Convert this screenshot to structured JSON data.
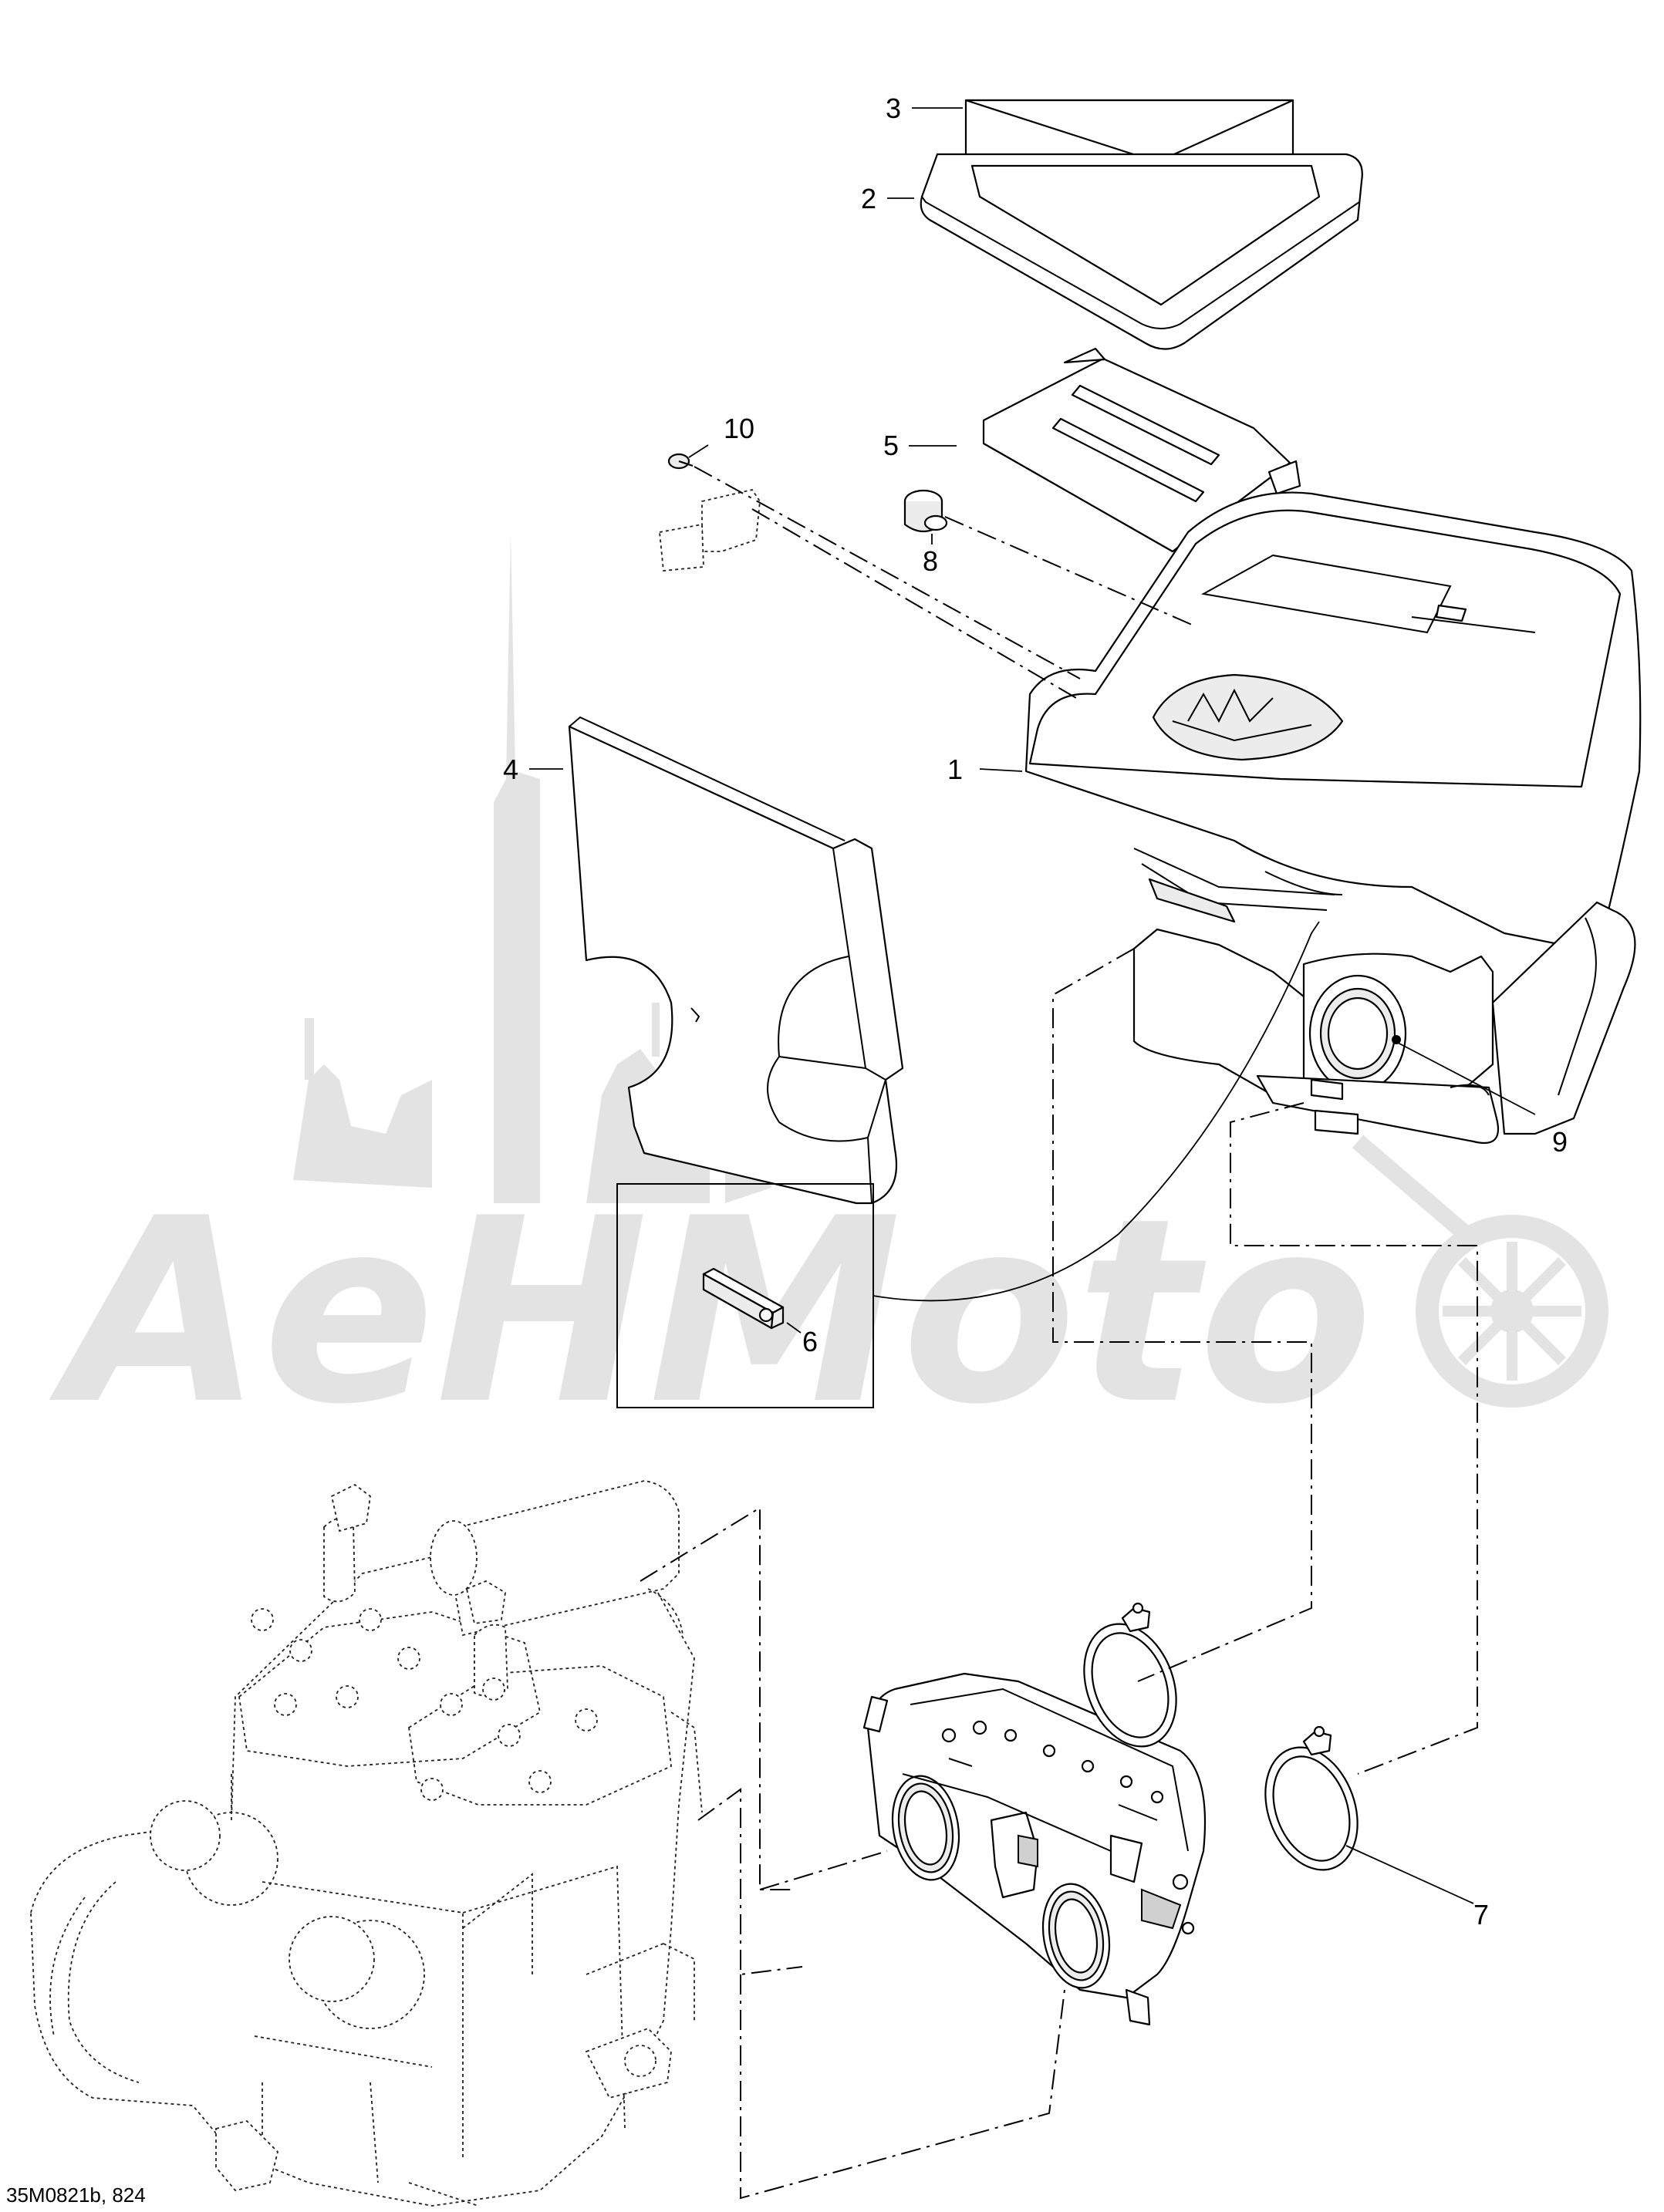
{
  "diagram": {
    "caption": "35M0821b, 824",
    "watermark_text": "AeHMoto",
    "callouts": [
      {
        "id": "1",
        "label": "1"
      },
      {
        "id": "2",
        "label": "2"
      },
      {
        "id": "3",
        "label": "3"
      },
      {
        "id": "4",
        "label": "4"
      },
      {
        "id": "5",
        "label": "5"
      },
      {
        "id": "6",
        "label": "6"
      },
      {
        "id": "7",
        "label": "7"
      },
      {
        "id": "8",
        "label": "8"
      },
      {
        "id": "9",
        "label": "9"
      },
      {
        "id": "10",
        "label": "10"
      }
    ]
  }
}
